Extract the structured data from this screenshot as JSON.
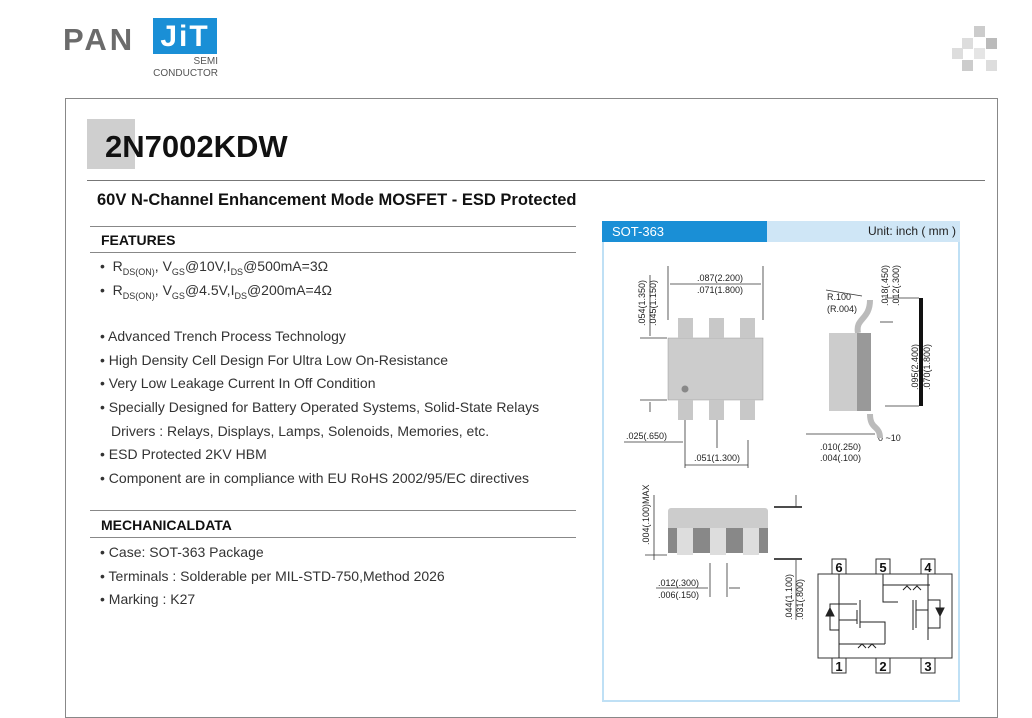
{
  "logo": {
    "brand_left": "PAN",
    "brand_right": "JiT",
    "tagline_1": "SEMI",
    "tagline_2": "CONDUCTOR"
  },
  "part_number": "2N7002KDW",
  "subtitle": "60V N-Channel Enhancement Mode MOSFET - ESD Protected",
  "features": {
    "heading": "FEATURES",
    "rds": [
      {
        "vgs": "@10V,",
        "ids": "@500mA=3Ω"
      },
      {
        "vgs": "@4.5V,",
        "ids": "@200mA=4Ω"
      }
    ],
    "items": [
      "Advanced Trench Process Technology",
      "High Density Cell Design For Ultra Low On-Resistance",
      "Very Low Leakage Current In Off Condition",
      "Specially Designed for Battery Operated Systems, Solid-State Relays",
      "Drivers : Relays, Displays, Lamps, Solenoids, Memories, etc.",
      "ESD Protected 2KV HBM",
      "Component are in compliance with EU RoHS 2002/95/EC directives"
    ]
  },
  "mechanical": {
    "heading": "MECHANICALDATA",
    "items": [
      "Case: SOT-363 Package",
      "Terminals : Solderable per MIL-STD-750,Method 2026",
      "Marking : K27"
    ]
  },
  "package": {
    "name": "SOT-363",
    "unit": "Unit: inch ( mm )",
    "dims": {
      "w1": ".087(2.200)",
      "w2": ".071(1.800)",
      "h1": ".054(1.350)",
      "h2": ".045(1.150)",
      "p1": ".025(.650)",
      "p2": ".051(1.300)",
      "r1": "R.100",
      "r2": "(R.004)",
      "t1": ".018(.450)",
      "t2": ".012(.300)",
      "l1": ".095(2.400)",
      "l2": ".070(1.800)",
      "a": "0 ~10",
      "f1": ".010(.250)",
      "f2": ".004(.100)",
      "m": ".004(.100)MAX",
      "g1": ".012(.300)",
      "g2": ".006(.150)",
      "k1": ".044(1.100)",
      "k2": ".031(.800)"
    },
    "pins": [
      "6",
      "5",
      "4",
      "1",
      "2",
      "3"
    ]
  },
  "colors": {
    "brand": "#1a8fd6",
    "header_light": "#cfe6f6"
  }
}
